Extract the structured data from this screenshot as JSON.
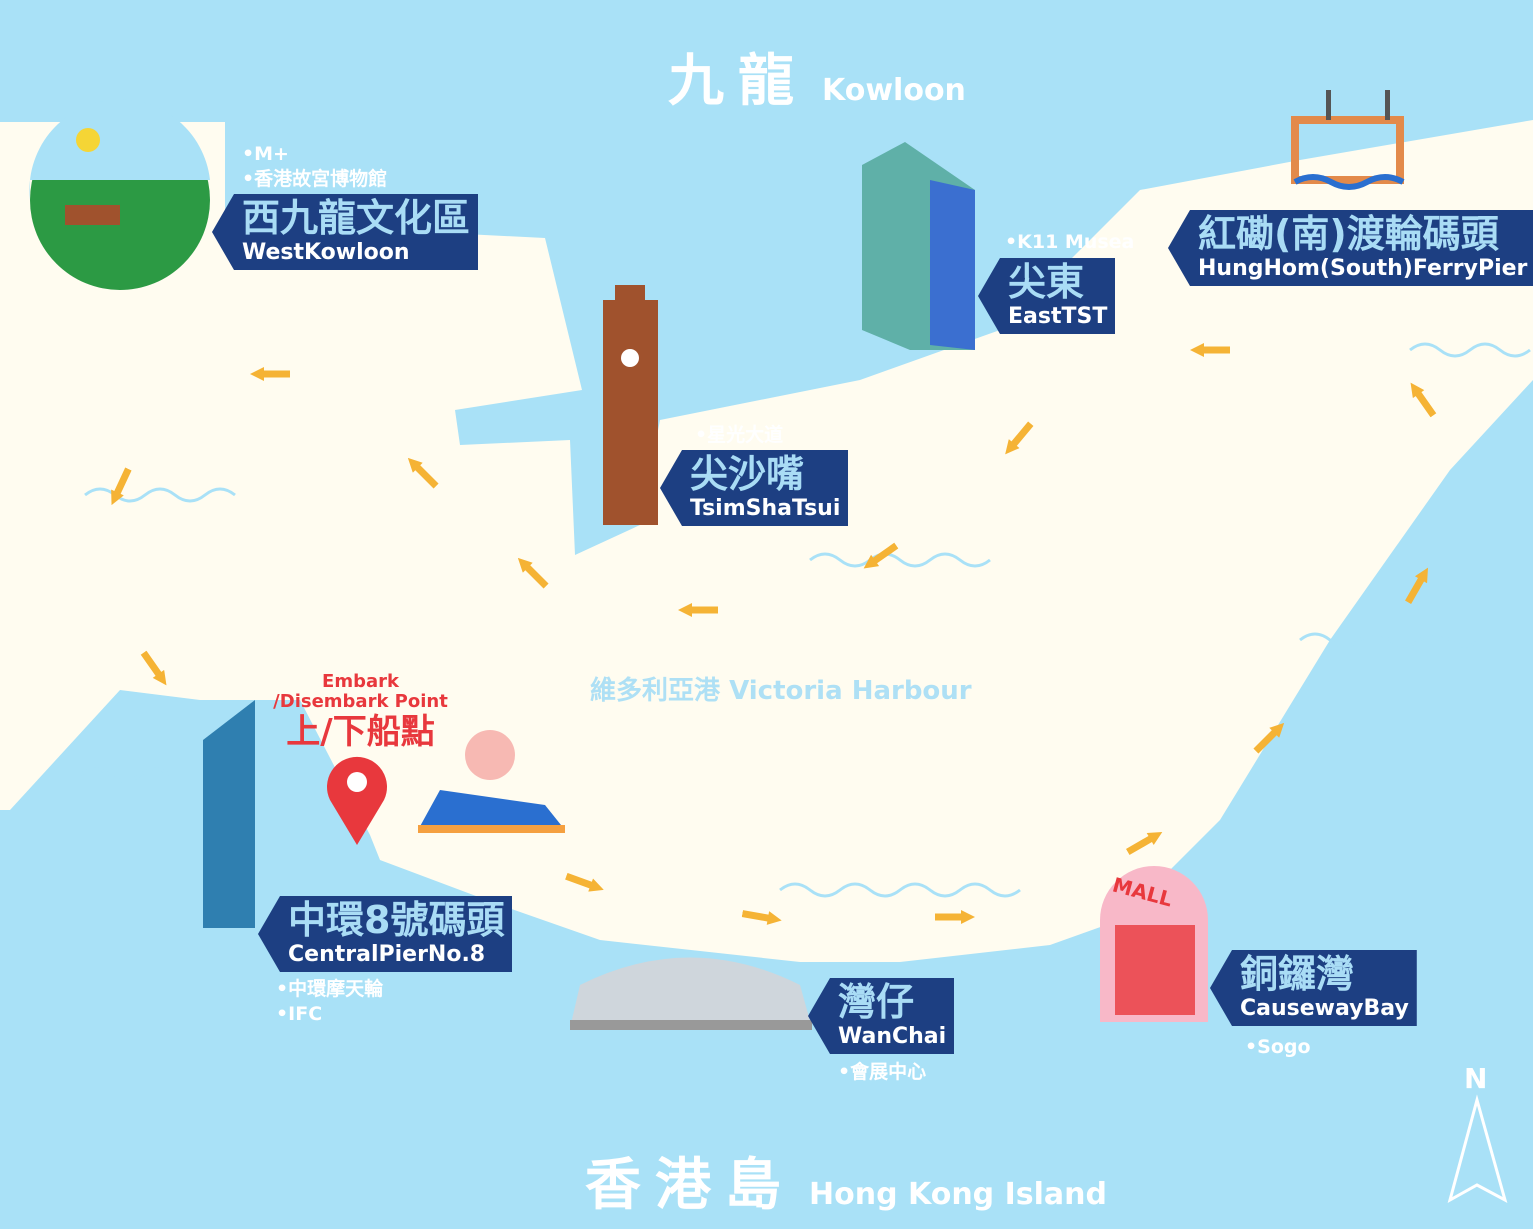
{
  "colors": {
    "sea": "#a9e1f7",
    "land": "#fffcf0",
    "sign": "#1d3f82",
    "arrow": "#f5b335",
    "pin": "#e8383d"
  },
  "regions": {
    "kowloon": {
      "zh": "九龍",
      "en": "Kowloon"
    },
    "island": {
      "zh": "香港島",
      "en": "Hong Kong Island"
    }
  },
  "harbour": {
    "zh": "維多利亞港",
    "en": "Victoria Harbour"
  },
  "stops": [
    {
      "zh": "西九龍文化區",
      "en": "WestKowloon",
      "poi": [
        "•M+",
        "•香港故宮博物館"
      ]
    },
    {
      "zh": "尖沙嘴",
      "en": "TsimShaTsui",
      "poi": [
        "•星光大道"
      ]
    },
    {
      "zh": "尖東",
      "en": "EastTST",
      "poi": [
        "•K11 Musea"
      ]
    },
    {
      "zh": "紅磡(南)渡輪碼頭",
      "en": "HungHom(South)FerryPier",
      "poi": []
    },
    {
      "zh": "中環8號碼頭",
      "en": "CentralPierNo.8",
      "poi": [
        "•中環摩天輪",
        "•IFC"
      ]
    },
    {
      "zh": "灣仔",
      "en": "WanChai",
      "poi": [
        "•會展中心"
      ]
    },
    {
      "zh": "銅鑼灣",
      "en": "CausewayBay",
      "poi": [
        "•Sogo"
      ]
    }
  ],
  "embark": {
    "en1": "Embark",
    "en2": "/Disembark Point",
    "zh": "上/下船點"
  },
  "mall_sign": "MALL",
  "compass": "N",
  "icons": [
    "park-icon",
    "clock-tower-icon",
    "tower-building-icon",
    "pier-icon",
    "skyscraper-icon",
    "convention-centre-icon",
    "mall-icon",
    "location-pin-icon",
    "ferry-icon",
    "compass-icon"
  ]
}
